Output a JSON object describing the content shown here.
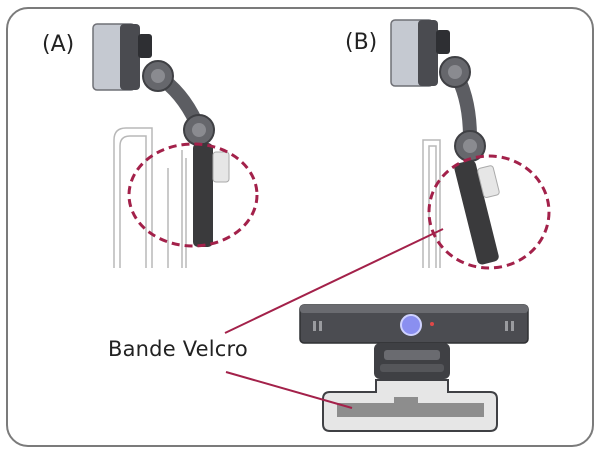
{
  "labels": {
    "mount_a": "(A)",
    "mount_b": "(B)",
    "velcro_callout": "Bande Velcro"
  },
  "colors": {
    "frame": "#7b7b7b",
    "camera_body": "#3a3a3c",
    "camera_face": "#c5c9d1",
    "highlight_circle": "#a3214a",
    "leader_line": "#a3214a",
    "tv_outline": "#b8b8b8",
    "lens_accent": "#8a8ff0",
    "velcro_strip": "#8d8d8d"
  },
  "icons": {
    "camera_a": "webcam-side-view-mounted-on-thin-tv",
    "camera_b": "webcam-side-view-mounted-on-thick-tv",
    "camera_front": "webcam-front-view-with-velcro-base"
  }
}
